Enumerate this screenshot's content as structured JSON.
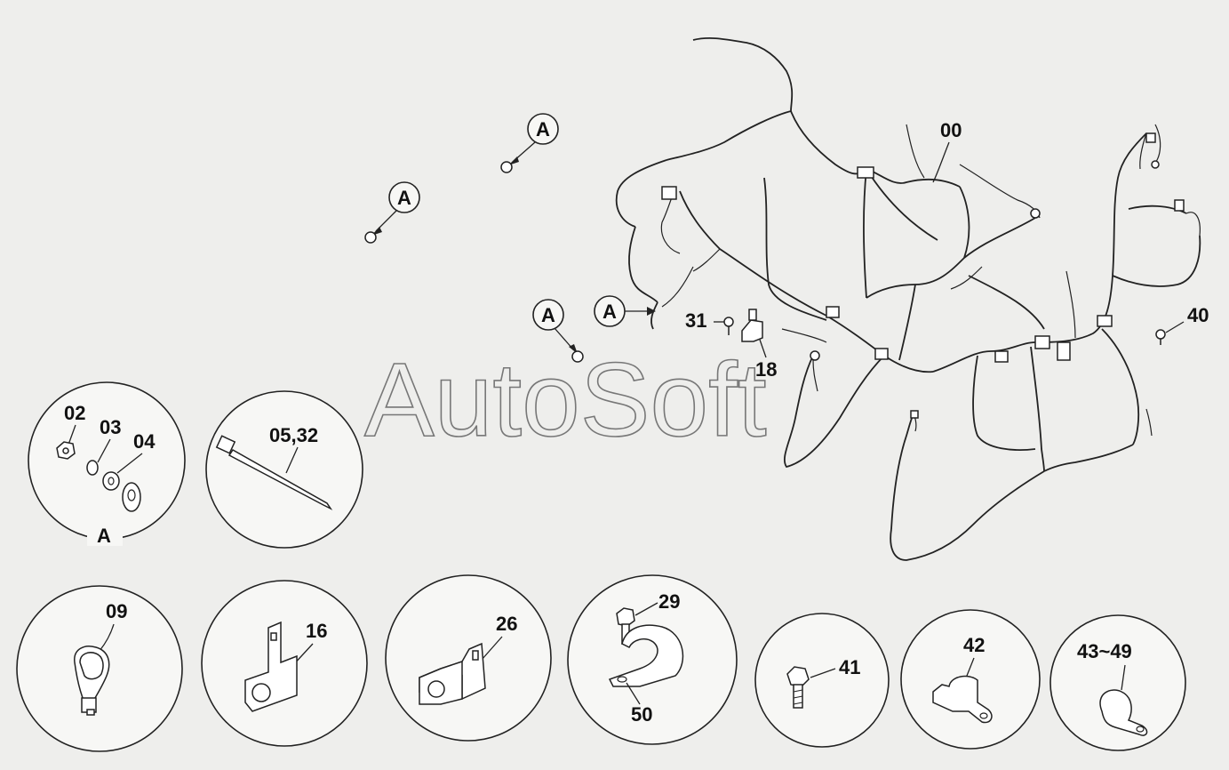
{
  "diagram": {
    "watermark": "AutoSoft",
    "callout_letter": "A",
    "main_harness_label": "00",
    "labels": {
      "p31": "31",
      "p18": "18",
      "p40": "40",
      "p02": "02",
      "p03": "03",
      "p04": "04",
      "p05_32": "05,32",
      "p09": "09",
      "p16": "16",
      "p26": "26",
      "p29": "29",
      "p50": "50",
      "p41": "41",
      "p42": "42",
      "p43_49": "43~49"
    }
  }
}
